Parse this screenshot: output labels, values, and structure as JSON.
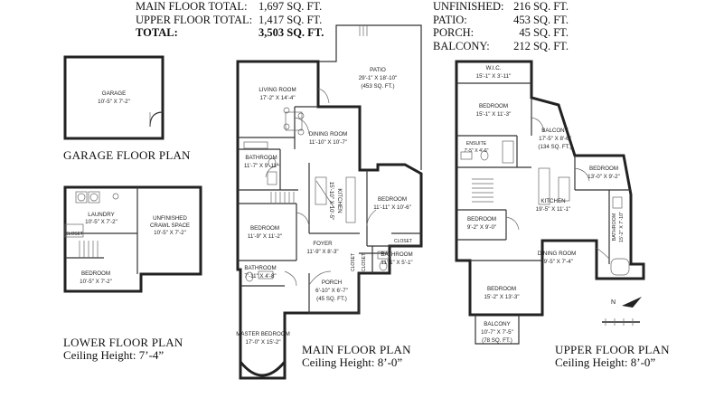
{
  "totals_left": {
    "main_label": "MAIN FLOOR TOTAL:",
    "main_value": "1,697 SQ. FT.",
    "upper_label": "UPPER FLOOR TOTAL:",
    "upper_value": "1,417 SQ. FT.",
    "total_label": "TOTAL:",
    "total_value": "3,503 SQ. FT."
  },
  "totals_right": {
    "unfinished_label": "UNFINISHED:",
    "unfinished_value": "216 SQ. FT.",
    "patio_label": "PATIO:",
    "patio_value": "453 SQ. FT.",
    "porch_label": "PORCH:",
    "porch_value": "45 SQ. FT.",
    "balcony_label": "BALCONY:",
    "balcony_value": "212 SQ. FT."
  },
  "plans": {
    "garage": {
      "title": "GARAGE FLOOR PLAN"
    },
    "lower": {
      "title": "LOWER FLOOR PLAN",
      "ceiling": "Ceiling Height: 7’-4”"
    },
    "main": {
      "title": "MAIN FLOOR PLAN",
      "ceiling": "Ceiling Height: 8’-0”"
    },
    "upper": {
      "title": "UPPER FLOOR PLAN",
      "ceiling": "Ceiling Height: 8’-0”"
    }
  },
  "rooms": {
    "garage": {
      "name": "GARAGE",
      "dim": "10'-5\" X 7'-2\""
    },
    "laundry": {
      "name": "LAUNDRY",
      "dim": "10'-5\" X 7'-2\""
    },
    "crawl": {
      "name1": "UNFINISHED",
      "name2": "CRAWL SPACE",
      "dim": "10'-5\" X 7'-2\""
    },
    "lower_bedroom": {
      "name": "BEDROOM",
      "dim": "10'-5\" X 7'-2\""
    },
    "lower_closet": {
      "name": "CLOSET"
    },
    "living": {
      "name": "LIVING ROOM",
      "dim": "17'-2\" X 14'-4\""
    },
    "patio": {
      "name": "PATIO",
      "dim": "29'-1\" X 18'-10\"",
      "area": "(453 SQ. FT.)"
    },
    "dining": {
      "name": "DINING ROOM",
      "dim": "11'-10\" X 10'-7\""
    },
    "main_bath1": {
      "name": "BATHROOM",
      "dim": "11'-7\" X 9'-11\""
    },
    "main_kitchen": {
      "name": "KITCHEN",
      "dim": "15'-10\" X 10'-5\""
    },
    "main_bed1": {
      "name": "BEDROOM",
      "dim": "11'-11\" X 10'-6\""
    },
    "main_bed2": {
      "name": "BEDROOM",
      "dim": "11'-9\" X 11'-2\""
    },
    "foyer": {
      "name": "FOYER",
      "dim": "11'-9\" X 8'-3\""
    },
    "main_bath2": {
      "name": "BATHROOM",
      "dim": "11'-1\" X 5'-1\""
    },
    "main_bath3": {
      "name": "BATHROOM",
      "dim": "7'-11\" X 4'-8\""
    },
    "porch": {
      "name": "PORCH",
      "dim": "6'-10\" X 6'-7\"",
      "area": "(45 SQ. FT.)"
    },
    "master": {
      "name": "MASTER BEDROOM",
      "dim": "17'-0\" X 15'-2\""
    },
    "main_closet1": {
      "name": "CLOSET"
    },
    "main_closet2": {
      "name": "CLOSET"
    },
    "main_closet3": {
      "name": "CLOSET"
    },
    "wic": {
      "name": "W.I.C.",
      "dim": "15'-1\" X 3'-11\""
    },
    "up_bed1": {
      "name": "BEDROOM",
      "dim": "15'-1\" X 11'-3\""
    },
    "balcony1": {
      "name": "BALCONY",
      "dim": "17'-5\" X 8'-6\"",
      "area": "(134 SQ. FT.)"
    },
    "ensuite": {
      "name": "ENSUITE",
      "dim": "7'-5\" X 4'-6\""
    },
    "up_bed2": {
      "name": "BEDROOM",
      "dim": "13'-0\" X 9'-2\""
    },
    "up_kitchen": {
      "name": "KITCHEN",
      "dim": "19'-5\" X 11'-1\""
    },
    "up_bed3": {
      "name": "BEDROOM",
      "dim": "9'-2\" X 9'-0\""
    },
    "up_bath": {
      "name": "BATHROOM",
      "dim": "15'-2\" X 7'-10\""
    },
    "up_dining": {
      "name": "DINING ROOM",
      "dim": "19'-5\" X 7'-4\""
    },
    "up_bed4": {
      "name": "BEDROOM",
      "dim": "15'-2\" X 13'-3\""
    },
    "balcony2": {
      "name": "BALCONY",
      "dim": "10'-7\" X 7'-5\"",
      "area": "(78 SQ. FT.)"
    }
  },
  "compass": {
    "letter": "N"
  }
}
